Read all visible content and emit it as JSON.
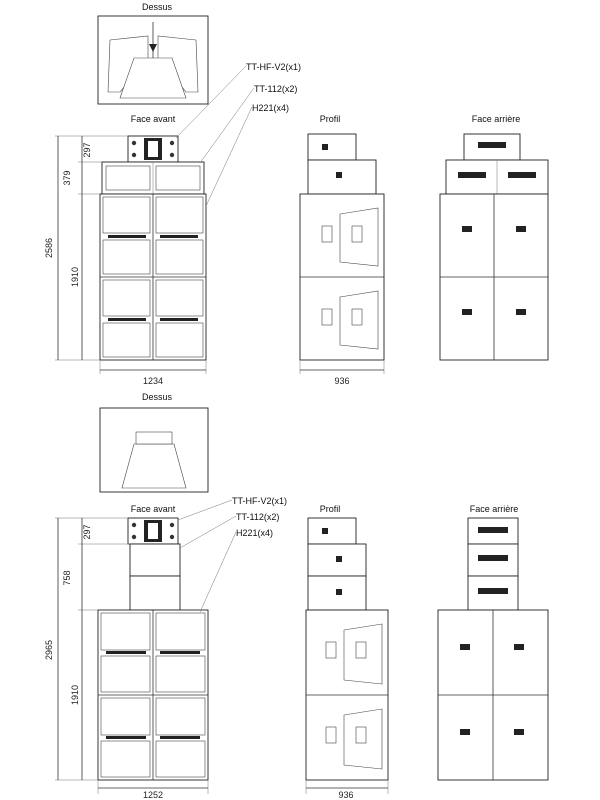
{
  "top": {
    "dessus": "Dessus",
    "face_avant": "Face avant",
    "profil": "Profil",
    "face_arriere": "Face arrière",
    "callouts": [
      "TT-HF-V2(x1)",
      "TT-112(x2)",
      "H221(x4)"
    ],
    "dims": {
      "d297": "297",
      "d379": "379",
      "d2586": "2586",
      "d1910": "1910",
      "w1234": "1234",
      "w936": "936"
    }
  },
  "bottom": {
    "dessus": "Dessus",
    "face_avant": "Face avant",
    "profil": "Profil",
    "face_arriere": "Face arrière",
    "callouts": [
      "TT-HF-V2(x1)",
      "TT-112(x2)",
      "H221(x4)"
    ],
    "dims": {
      "d297": "297",
      "d758": "758",
      "d2965": "2965",
      "d1910": "1910",
      "w1252": "1252",
      "w936": "936"
    }
  }
}
